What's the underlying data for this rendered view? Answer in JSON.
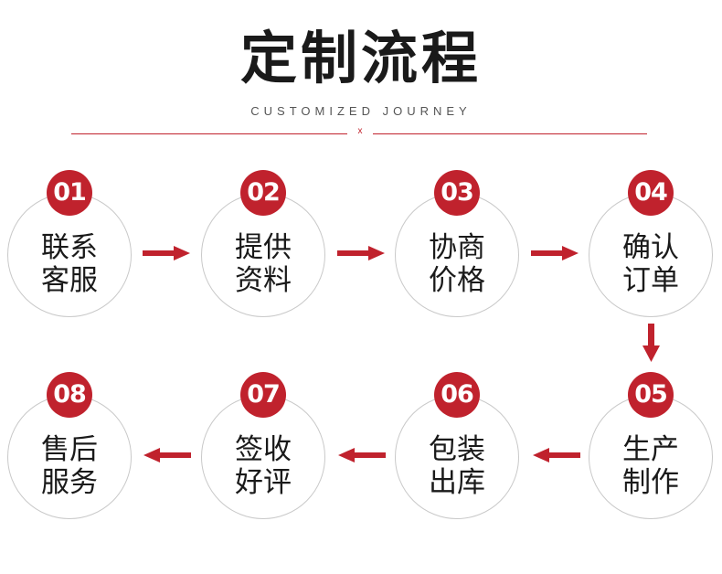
{
  "header": {
    "title": "定制流程",
    "subtitle": "CUSTOMIZED JOURNEY",
    "divider_mark": "x"
  },
  "steps": [
    {
      "number": "01",
      "line1": "联系",
      "line2": "客服"
    },
    {
      "number": "02",
      "line1": "提供",
      "line2": "资料"
    },
    {
      "number": "03",
      "line1": "协商",
      "line2": "价格"
    },
    {
      "number": "04",
      "line1": "确认",
      "line2": "订单"
    },
    {
      "number": "05",
      "line1": "生产",
      "line2": "制作"
    },
    {
      "number": "06",
      "line1": "包装",
      "line2": "出库"
    },
    {
      "number": "07",
      "line1": "签收",
      "line2": "好评"
    },
    {
      "number": "08",
      "line1": "售后",
      "line2": "服务"
    }
  ],
  "colors": {
    "accent": "#c0222d",
    "text": "#1a1a1a",
    "circle_border": "#c9c9c9"
  }
}
